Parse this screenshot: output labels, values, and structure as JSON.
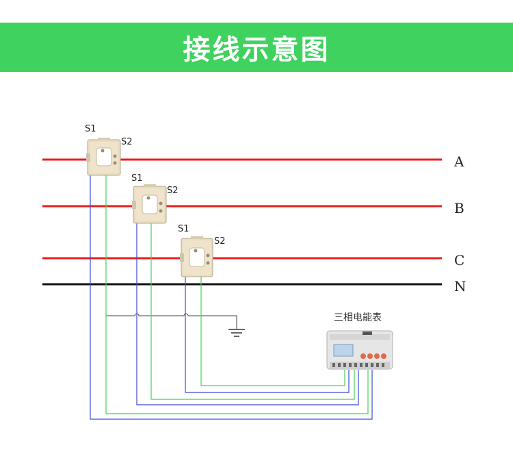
{
  "header": {
    "title": "接线示意图"
  },
  "lines": [
    {
      "label": "A",
      "color": "#ee1c1c"
    },
    {
      "label": "B",
      "color": "#ee1c1c"
    },
    {
      "label": "C",
      "color": "#ee1c1c"
    },
    {
      "label": "N",
      "color": "#111111"
    }
  ],
  "transformers": [
    {
      "s1": "S1",
      "s2": "S2"
    },
    {
      "s1": "S1",
      "s2": "S2"
    },
    {
      "s1": "S1",
      "s2": "S2"
    }
  ],
  "meter": {
    "label": "三相电能表"
  },
  "colors": {
    "banner": "#3fd25f",
    "s1_wire": "#3a4bd6",
    "s2_wire": "#49cf55",
    "ground_wire": "#444444"
  }
}
